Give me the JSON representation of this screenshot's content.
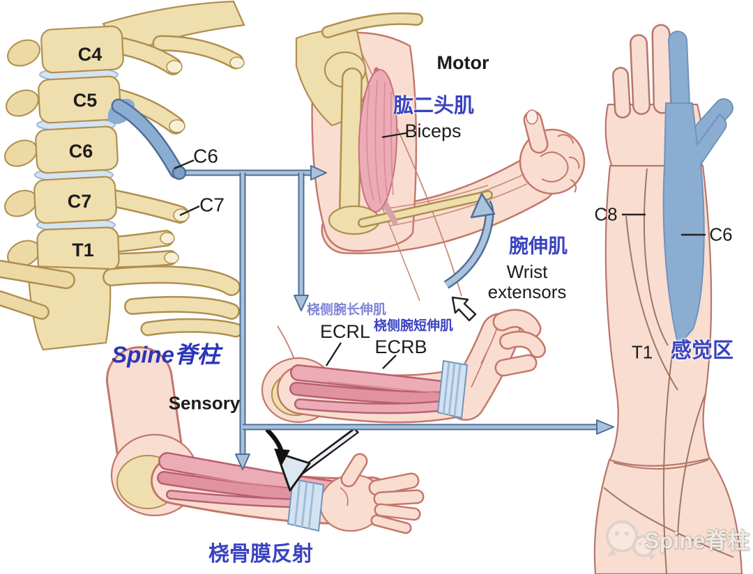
{
  "colors": {
    "label_blue": "#3b43c0",
    "label_light_blue": "#7f84d6",
    "arrow_fill": "#a9c2dc",
    "arrow_outline": "#4f6d96",
    "dermatome_blue": "#8cadd2",
    "bone": "#efdfae",
    "skin": "#f9ddd1",
    "muscle": "#ecacb6"
  },
  "spine": {
    "vertebrae": [
      "C4",
      "C5",
      "C6",
      "C7",
      "T1"
    ],
    "nerve_roots": [
      "C6",
      "C7"
    ],
    "brand": "Spine脊柱"
  },
  "motor": {
    "heading": "Motor",
    "biceps_cn": "肱二头肌",
    "biceps_en": "Biceps",
    "wrist_extensors_cn": "腕伸肌",
    "wrist_extensors_en": "Wrist extensors",
    "ecrl_cn": "桡侧腕长伸肌",
    "ecrl_en": "ECRL",
    "ecrb_cn": "桡侧腕短伸肌",
    "ecrb_en": "ECRB"
  },
  "sensory": {
    "heading": "Sensory",
    "c8": "C8",
    "c6": "C6",
    "t1": "T1",
    "area_cn": "感觉区"
  },
  "reflex": {
    "name_cn": "桡骨膜反射"
  },
  "watermark": {
    "text": "Spine脊柱"
  }
}
